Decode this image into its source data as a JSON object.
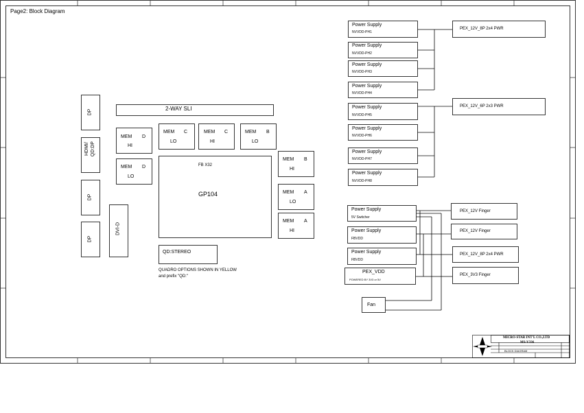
{
  "title": "Page2: Block Diagram",
  "sli": "2-WAY SLI",
  "gpu": {
    "fb": "FB X32",
    "chip": "GP104"
  },
  "connectors": {
    "dp1": "DP",
    "hdmi_line1": "HDMI/",
    "hdmi_line2": "QD:DP",
    "dp2": "DP",
    "dp3": "DP",
    "dvi": "DVI-D"
  },
  "memory": {
    "d_hi": {
      "name": "MEM",
      "ch": "D",
      "pos": "HI"
    },
    "d_lo": {
      "name": "MEM",
      "ch": "D",
      "pos": "LO"
    },
    "c_lo": {
      "name": "MEM",
      "ch": "C",
      "pos": "LO"
    },
    "c_hi": {
      "name": "MEM",
      "ch": "C",
      "pos": "HI"
    },
    "b_lo": {
      "name": "MEM",
      "ch": "B",
      "pos": "LO"
    },
    "b_hi": {
      "name": "MEM",
      "ch": "B",
      "pos": "HI"
    },
    "a_lo": {
      "name": "MEM",
      "ch": "A",
      "pos": "LO"
    },
    "a_hi": {
      "name": "MEM",
      "ch": "A",
      "pos": "HI"
    }
  },
  "qd_stereo": "QD:STEREO",
  "quadro_note_line1": "QUADRO OPTIONS SHOWN IN YELLOW",
  "quadro_note_line2": "and prefix \"QD:\"",
  "power_phases": [
    {
      "label": "Power Supply",
      "sub": "NVVDD-PH1"
    },
    {
      "label": "Power Supply",
      "sub": "NVVDD-PH2"
    },
    {
      "label": "Power Supply",
      "sub": "NVVDD-PH3"
    },
    {
      "label": "Power Supply",
      "sub": "NVVDD-PH4"
    },
    {
      "label": "Power Supply",
      "sub": "NVVDD-PH5"
    },
    {
      "label": "Power Supply",
      "sub": "NVVDD-PH6"
    },
    {
      "label": "Power Supply",
      "sub": "NVVDD-PH7"
    },
    {
      "label": "Power Supply",
      "sub": "NVVDD-PH8"
    }
  ],
  "power_inputs": {
    "pwr_2x4_top": "PEX_12V_8P 2x4 PWR",
    "pwr_2x3": "PEX_12V_6P 2x3 PWR"
  },
  "aux_supplies": [
    {
      "label": "Power Supply",
      "sub": "5V Switcher"
    },
    {
      "label": "Power Supply",
      "sub": "FBVDD"
    },
    {
      "label": "Power Supply",
      "sub": "FBVDD"
    }
  ],
  "pex_vdd": {
    "label": "PEX_VDD",
    "sub": "POWERED BY 3V3 or 5V"
  },
  "fan": "Fan",
  "aux_inputs": {
    "finger1": "PEX_12V Finger",
    "finger2": "PEX_12V Finger",
    "pwr_2x4": "PEX_12V_8P 2x4 PWR",
    "finger_3v3": "PEX_3V3 Finger"
  },
  "title_block": {
    "company": "MICRO-STAR INT'L CO.,LTD",
    "model": "MS-V336",
    "row_title": "BLOCK DIAGRAM"
  }
}
